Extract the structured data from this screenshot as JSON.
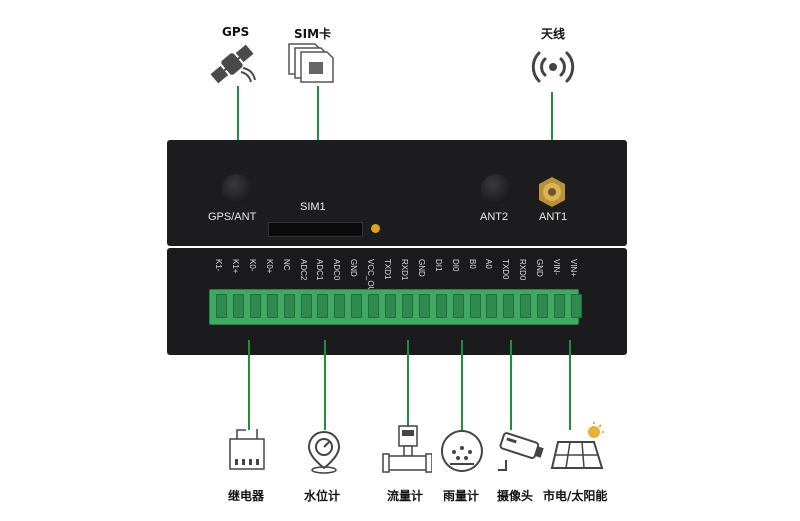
{
  "top_labels": {
    "gps": "GPS",
    "sim": "SIM卡",
    "antenna": "天线"
  },
  "panel_labels": {
    "gps_ant": "GPS/ANT",
    "sim1": "SIM1",
    "ant2": "ANT2",
    "ant1": "ANT1"
  },
  "pins": [
    "K1-",
    "K1+",
    "K0-",
    "K0+",
    "NC",
    "ADC2",
    "ADC1",
    "ADC0",
    "GND",
    "VCC_OUT",
    "TXD1",
    "RXD1",
    "GND",
    "DI1",
    "DI0",
    "B0",
    "A0",
    "TXD0",
    "RXD0",
    "GND",
    "VIN-",
    "VIN+"
  ],
  "bottom_labels": [
    "继电器",
    "水位计",
    "流量计",
    "雨量计",
    "摄像头",
    "市电/太阳能"
  ],
  "icons": [
    "relay-icon",
    "water-level-icon",
    "flow-meter-icon",
    "rain-gauge-icon",
    "camera-icon",
    "solar-panel-icon",
    "satellite-icon",
    "sim-card-icon",
    "antenna-icon"
  ],
  "colors": {
    "line": "#1f8f3a",
    "terminal": "#3fa862",
    "device": "#1d1d1f"
  }
}
